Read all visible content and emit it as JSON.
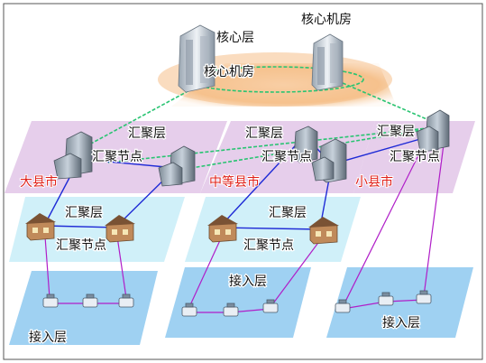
{
  "core": {
    "layer_label": "核心层",
    "room_label_top": "核心机房",
    "room_label_left": "核心机房"
  },
  "agg_upper": {
    "left_layer": "汇聚层",
    "left_node": "汇聚节点",
    "left_county": "大县市",
    "mid_layer": "汇聚层",
    "mid_node": "汇聚节点",
    "mid_county": "中等县市",
    "right_layer": "汇聚层",
    "right_node": "汇聚节点",
    "right_county": "小县市"
  },
  "agg_lower": {
    "left_layer": "汇聚层",
    "left_node": "汇聚节点",
    "mid_layer": "汇聚层",
    "mid_node": "汇聚节点"
  },
  "access": {
    "left_label": "接入层",
    "mid_label": "接入层",
    "right_label": "接入层"
  },
  "colors": {
    "core_plane": "#f7caa0",
    "agg_plane": "#e3c8e8",
    "agg_lower_plane": "#c8ecf6",
    "access_plane": "#9ccff0",
    "county_text": "#e0201a",
    "link_blue": "#1f2bd6",
    "link_purple": "#b01ec8",
    "link_green": "#29c472"
  }
}
